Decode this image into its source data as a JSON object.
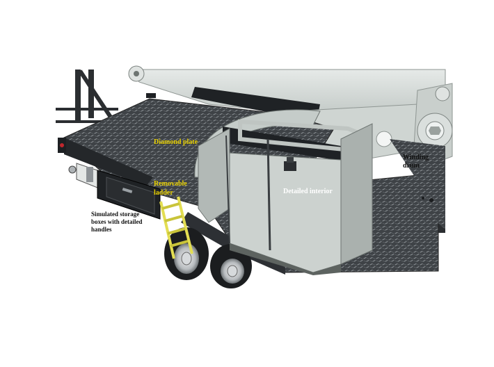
{
  "labels": {
    "diamond_plate": "Diamond plate",
    "winding_drum": "Winding\ndrum",
    "removable_ladder": "Removable\nladder",
    "detailed_interior": "Detailed interior",
    "storage_boxes": "Simulated storage\nboxes with detailed\nhandles"
  },
  "colors": {
    "label_yellow": "#e8d000",
    "label_white": "#ffffff",
    "label_black": "#111111",
    "deck_dark": "#3b3f43",
    "boom_grey": "#d6dbd9",
    "ladder_yellow": "#e3de52"
  }
}
